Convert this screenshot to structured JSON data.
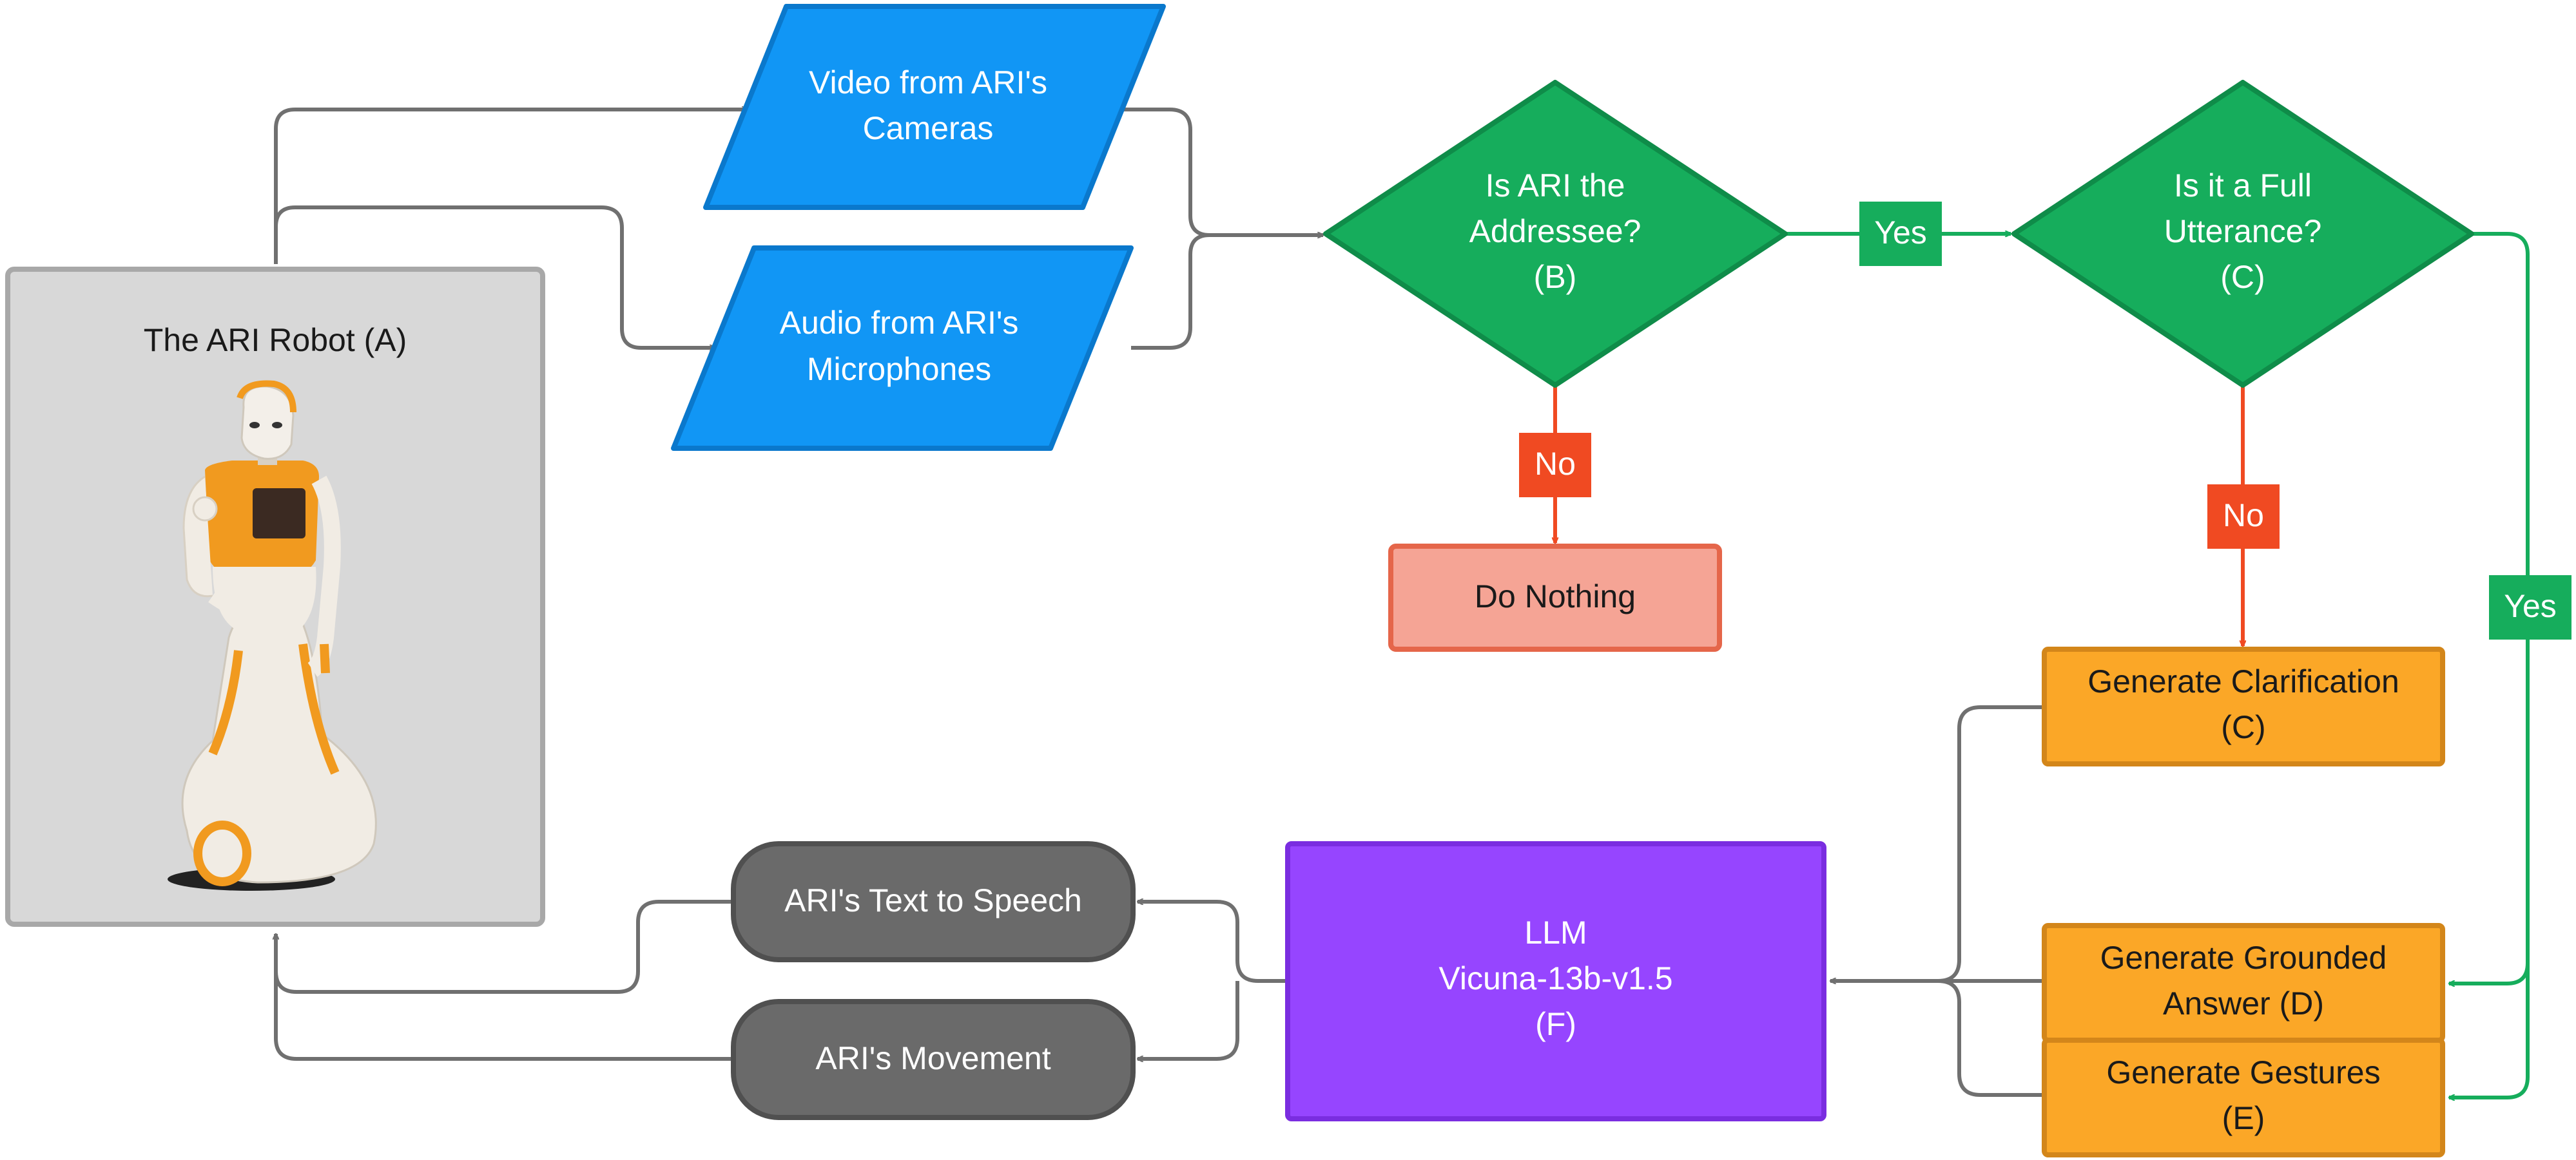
{
  "nodes": {
    "robot": {
      "label": "The ARI Robot (A)"
    },
    "video": {
      "line1": "Video from ARI's",
      "line2": "Cameras"
    },
    "audio": {
      "line1": "Audio from ARI's",
      "line2": "Microphones"
    },
    "addressee": {
      "line1": "Is ARI the",
      "line2": "Addressee?",
      "line3": "(B)"
    },
    "full_utterance": {
      "line1": "Is it a Full",
      "line2": "Utterance?",
      "line3": "(C)"
    },
    "do_nothing": {
      "label": "Do Nothing"
    },
    "clarification": {
      "line1": "Generate Clarification",
      "line2": "(C)"
    },
    "grounded": {
      "line1": "Generate Grounded",
      "line2": "Answer (D)"
    },
    "gestures": {
      "line1": "Generate Gestures",
      "line2": "(E)"
    },
    "llm": {
      "line1": "LLM",
      "line2": "Vicuna-13b-v1.5",
      "line3": "(F)"
    },
    "tts": {
      "label": "ARI's Text to Speech"
    },
    "movement": {
      "label": "ARI's Movement"
    }
  },
  "edge_labels": {
    "yes_addressee": "Yes",
    "no_addressee": "No",
    "no_utterance": "No",
    "yes_utterance": "Yes"
  },
  "colors": {
    "input_blue": "#1196f5",
    "decision_green": "#16ad5c",
    "no_red": "#f04a22",
    "do_nothing_fill": "#f5a495",
    "generate_orange": "#fba727",
    "llm_purple": "#9645ff",
    "output_gray": "#6a6a6a",
    "robot_panel": "#d8d8d8",
    "connector_gray": "#707070"
  }
}
